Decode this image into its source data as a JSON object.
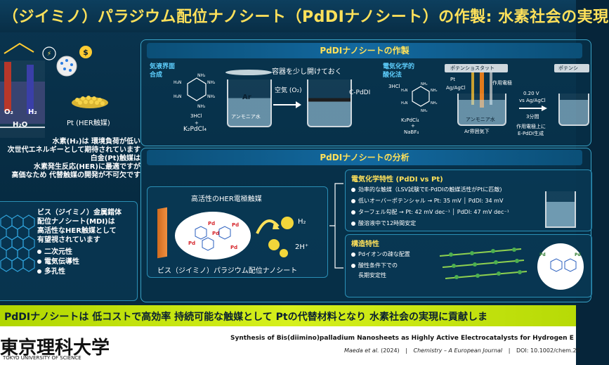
{
  "title": "（ジイミノ）パラジウム配位ナノシート（PdDIナノシート）の作製: 水素社会の実現",
  "left": {
    "pt_label": "Pt (HER触媒)",
    "o2": "O₂",
    "h2": "H₂",
    "h2o": "H₂O",
    "intro_lines": [
      "水素(H₂)は 環境負荷が低い",
      "次世代エネルギーとして期待されています",
      "白金(Pt)触媒は",
      "水素発生反応(HER)に最適ですが",
      "高価なため 代替触媒の開発が不可欠です"
    ],
    "mdi_lines": [
      "ビス（ジイミノ）金属錯体",
      "配位ナノシート(MDI)は",
      "高活性なHER触媒として",
      "有望視されています"
    ],
    "mdi_props": [
      "二次元性",
      "電気伝導性",
      "多孔性"
    ]
  },
  "synthesis": {
    "header": "PdDIナノシートの作製",
    "gas_liquid_label": [
      "気液界面",
      "合成"
    ],
    "container_note": "容器を少し開けておく",
    "reagent_3hcl": "3HCl",
    "reagent_plus": "+",
    "reagent_k2pdcl4": "K₂PdCl₄",
    "ar_label": "Ar",
    "air_label": "空気 (O₂)",
    "ammonia_label": "アンモニア水",
    "product_label": "C-PdDI",
    "electro_label": [
      "電気化学的",
      "酸化法"
    ],
    "electro_3hcl": "3HCl",
    "electro_k2pdcl4": "K₂PdCl₄",
    "electro_plus": "+",
    "electro_nabf4": "NaBF₄",
    "potentiostat": "ポテンショスタット",
    "potentiostat2": "ポテンシ",
    "pt_electrode": "Pt",
    "ref_electrode": "Ag/AgCl",
    "work_electrode": "作用電極",
    "ammonia2": "アンモニア水",
    "ar_atmos": "Ar雰囲気下",
    "voltage": [
      "0.20 V",
      "vs Ag/AgCl"
    ],
    "duration": "3分間",
    "result": [
      "作用電極上に",
      "E-PdDI生成"
    ]
  },
  "analysis": {
    "header": "PdDIナノシートの分析",
    "her_title": "高活性のHER電極触媒",
    "h2": "H₂",
    "hplus": "2H⁺",
    "caption": "ビス（ジイミノ）パラジウム配位ナノシート",
    "electro_title": "電気化学特性 (PdDI vs Pt)",
    "electro_items": [
      "効率的な触媒（LSV試験でE-PdDIの触媒活性がPtに匹敵)",
      "低いオーバーポテンシャル → Pt: 35 mV │ PdDI: 34 mV",
      "ターフェル勾配 → Pt: 42 mV dec⁻¹ │ PdDI: 47 mV dec⁻¹",
      "酸溶液中で12時間安定"
    ],
    "struct_title": "構造特性",
    "struct_items": [
      "Pdイオンの疎な配置",
      "酸性条件下での"
    ],
    "struct_item2_cont": "長期安定性"
  },
  "conclusion": "PdDIナノシートは 低コストで高効率 持続可能な触媒として Ptの代替材料となり 水素社会の実現に貢献しま",
  "footer": {
    "university": "東京理科大学",
    "university_en": "TOKYO UNIVERSITY OF SCIENCE",
    "paper_title": "Synthesis of Bis(diimino)palladium Nanosheets as Highly Active Electrocatalysts for Hydrogen E",
    "authors": "Maeda et al.",
    "year": "(2024)",
    "sep1": "|",
    "journal": "Chemistry – A European Journal",
    "sep2": "|",
    "doi": "DOI: 10.1002/chem.20"
  }
}
